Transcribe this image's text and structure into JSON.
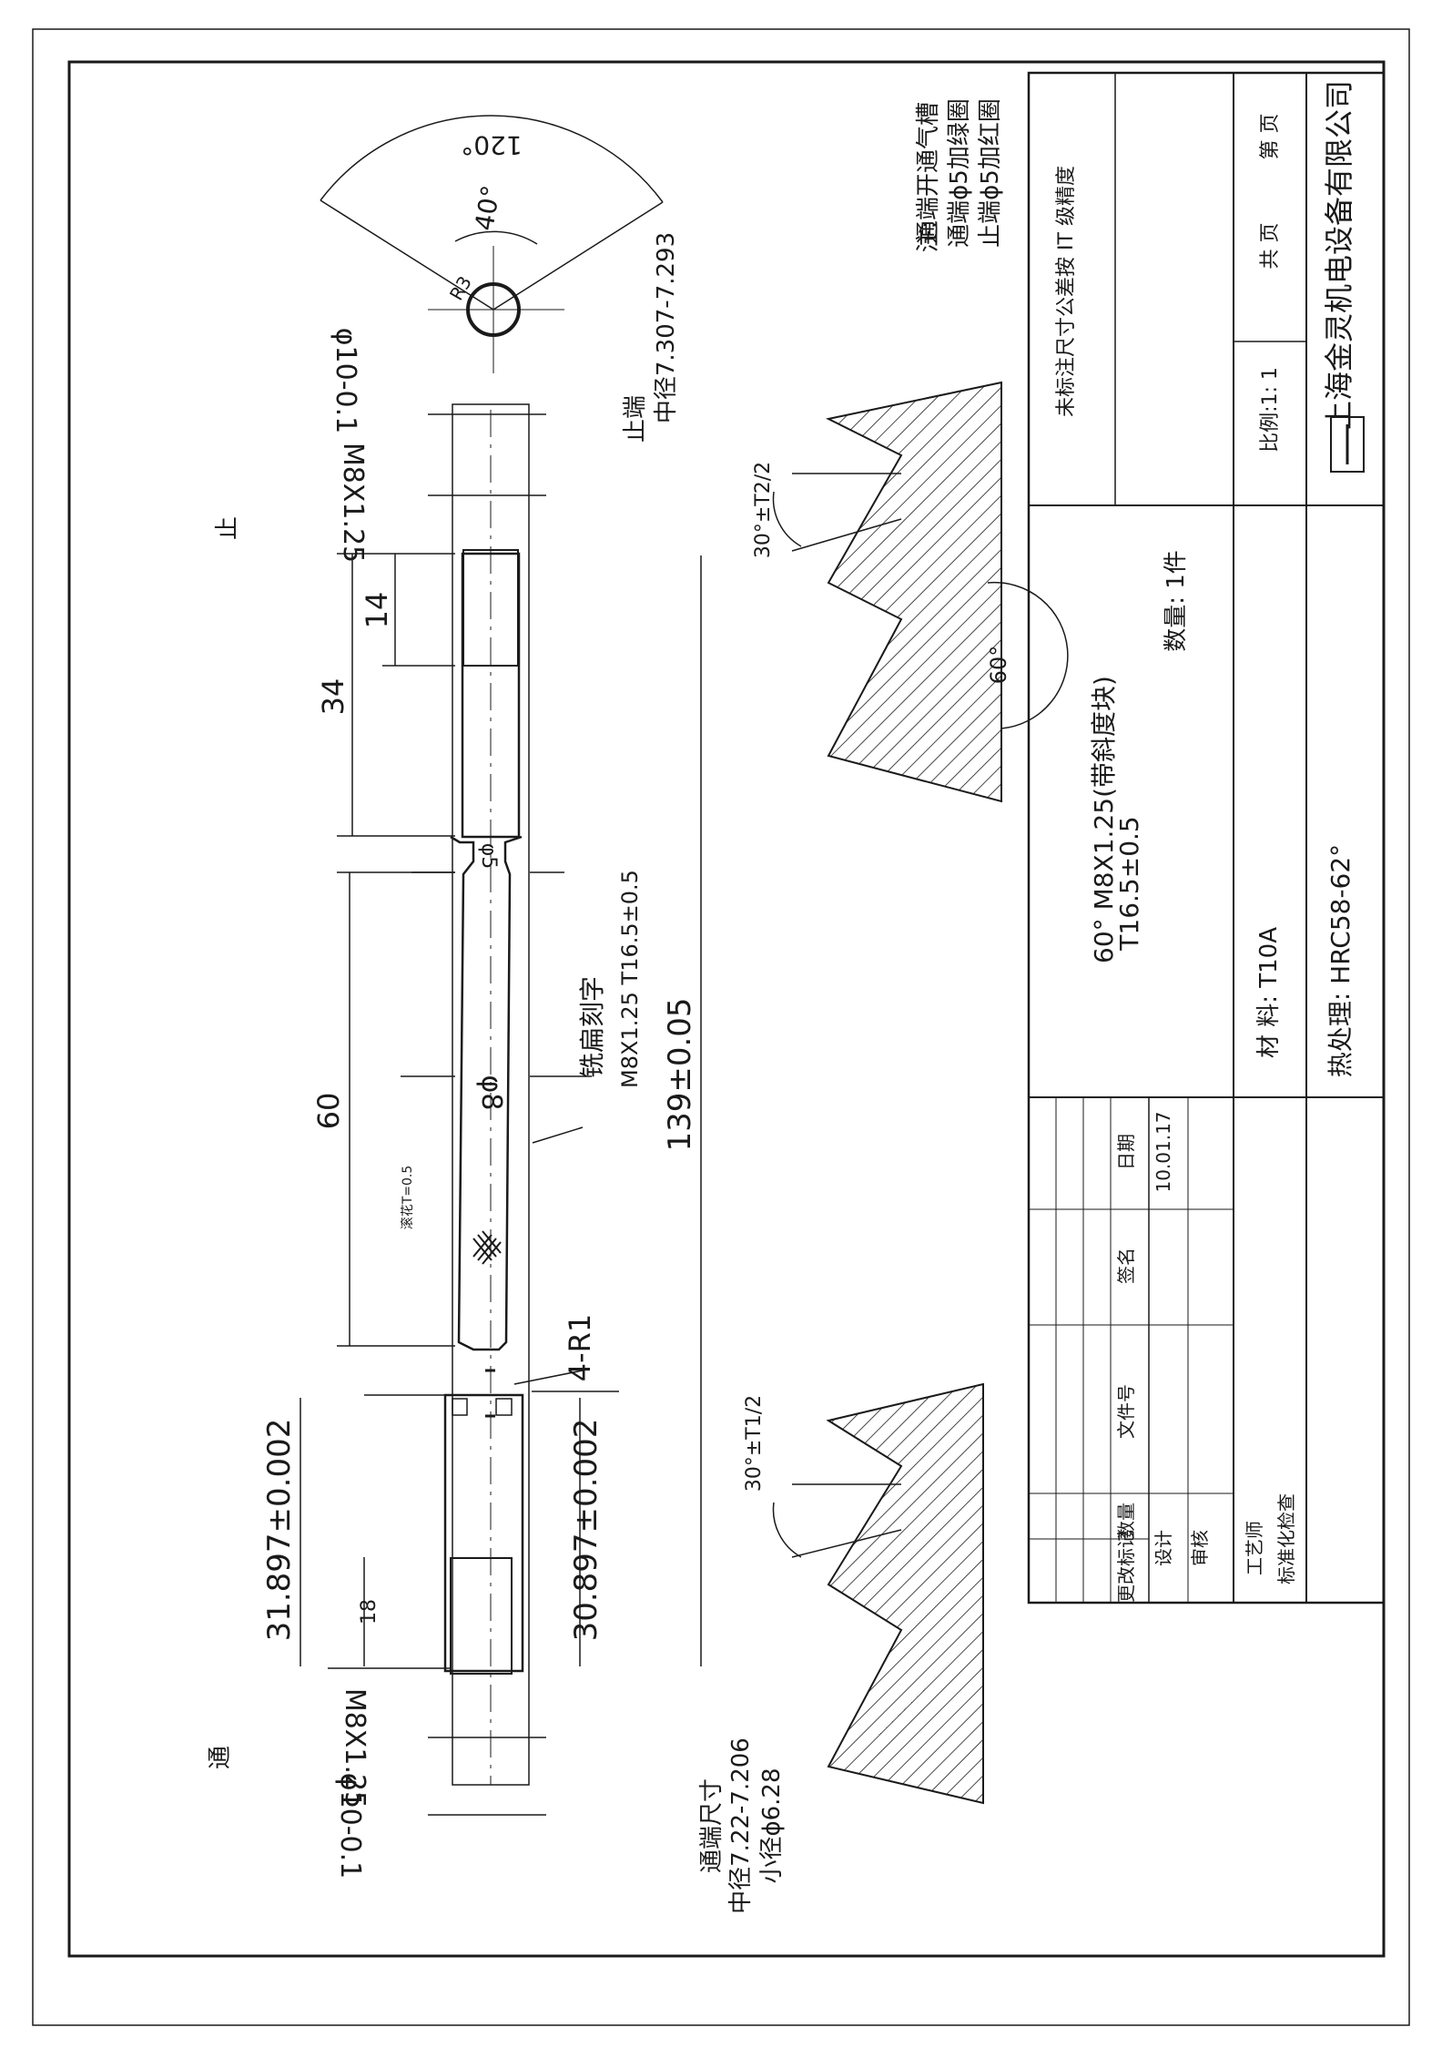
{
  "colors": {
    "ink": "#1a1a1a",
    "paper": "#ffffff"
  },
  "plug": {
    "go_label": "通",
    "nogo_label": "止",
    "thread_go": "M8X1.25",
    "thread_nogo": "M8X1.25",
    "od_go": "φ10-0.1",
    "od_nogo": "φ10-0.1",
    "len_18": "18",
    "len_31897": "31.897±0.002",
    "len_30897": "30.897±0.002",
    "len_60": "60",
    "len_34": "34",
    "len_14": "14",
    "total_len": "139±0.05",
    "phi8": "φ8",
    "phi5": "φ5",
    "r1": "4-R1",
    "knurl": "滚花T=0.5",
    "mill_label": "铣扁刻字",
    "mill_text": "M8X1.25 T16.5±0.5"
  },
  "end_view": {
    "angle_120": "120°",
    "angle_40": "40°",
    "r3": "R3"
  },
  "go_note": {
    "l1": "通端尺寸",
    "l2": "中径7.22-7.206",
    "l3": "小径ϕ6.28"
  },
  "nogo_note": {
    "l1": "止端",
    "l2": "中径7.307-7.293"
  },
  "thread_profile": {
    "angle_go": "30°±T1/2",
    "angle_nogo": "30°±T2/2",
    "angle_60": "60°"
  },
  "notes": {
    "prefix": "注:",
    "l1": "通端开通气槽",
    "l2": "通端ϕ5加绿圈",
    "l3": "止端ϕ5加红圈"
  },
  "title_block": {
    "tol_note": "未标注尺寸公差按 IT        级精度",
    "part_name": "60° M8X1.25(带斜度块)",
    "part_spec": "T16.5±0.5",
    "qty": "数量: 1件",
    "material": "材  料:  T10A",
    "heat": "热处理: HRC58-62°",
    "scale": "比例:1: 1",
    "total": "共        页",
    "page": "第        页",
    "company": "上海金灵机电设备有限公司",
    "rev_headers": [
      "更改标记",
      "数量",
      "文件号",
      "签名",
      "日期"
    ],
    "rev_date": "10.01.17",
    "roles": [
      "设计",
      "审核",
      "工艺师",
      "标准化检查"
    ]
  }
}
